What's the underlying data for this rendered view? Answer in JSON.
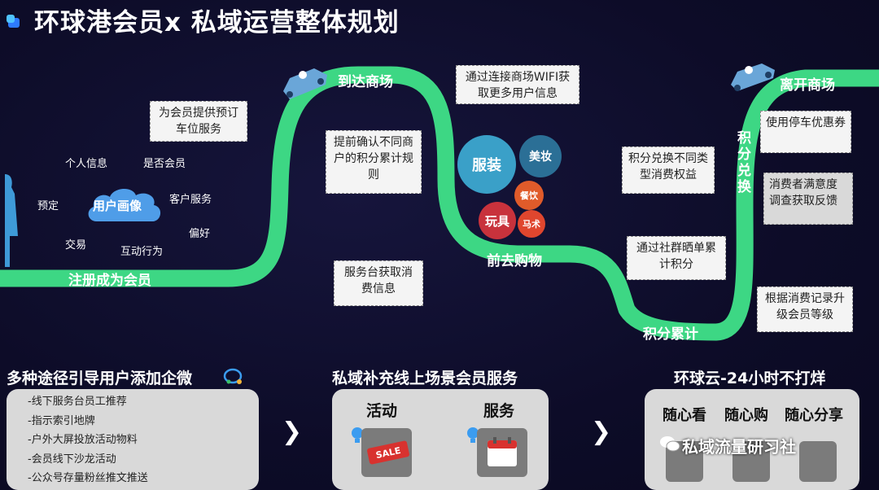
{
  "title": "环球港会员x 私域运营整体规划",
  "road_labels": {
    "register": "注册成为会员",
    "arrive": "到达商场",
    "shopping": "前去购物",
    "points": "积分累计",
    "redeem": "积分兑换",
    "leave": "离开商场"
  },
  "notes": {
    "parking": "为会员提供预订车位服务",
    "wifi": "通过连接商场WIFI获取更多用户信息",
    "rules": "提前确认不同商户的积分累计规则",
    "service_desk": "服务台获取消费信息",
    "community": "通过社群晒单累计积分",
    "redeem_rights": "积分兑换不同类型消费权益",
    "parking_coupon": "使用停车优惠券",
    "satisfaction": "消费者满意度调查获取反馈",
    "upgrade": "根据消费记录升级会员等级"
  },
  "persona": {
    "center": "用户画像",
    "keywords": [
      "个人信息",
      "是否会员",
      "预定",
      "客户服务",
      "交易",
      "互动行为",
      "偏好"
    ]
  },
  "categories": {
    "clothing": "服装",
    "beauty": "美妆",
    "dining": "餐饮",
    "toys": "玩具",
    "circus": "马术"
  },
  "colors": {
    "road": "#3dd784",
    "clothing": "#3aa0c8",
    "beauty": "#2b6f96",
    "dining": "#e05b2a",
    "toys": "#c8323c",
    "circus": "#e0462e"
  },
  "sections": [
    {
      "title": "多种途径引导用户添加企微",
      "items": [
        "-线下服务台员工推荐",
        "-指示索引地牌",
        "-户外大屏投放活动物料",
        "-会员线下沙龙活动",
        "-公众号存量粉丝推文推送"
      ]
    },
    {
      "title": "私域补充线上场景会员服务",
      "labels": [
        "活动",
        "服务"
      ],
      "sale_tag": "SALE"
    },
    {
      "title": "环球云-24小时不打烊",
      "labels": [
        "随心看",
        "随心购",
        "随心分享"
      ]
    }
  ],
  "watermark": "私域流量研习社"
}
